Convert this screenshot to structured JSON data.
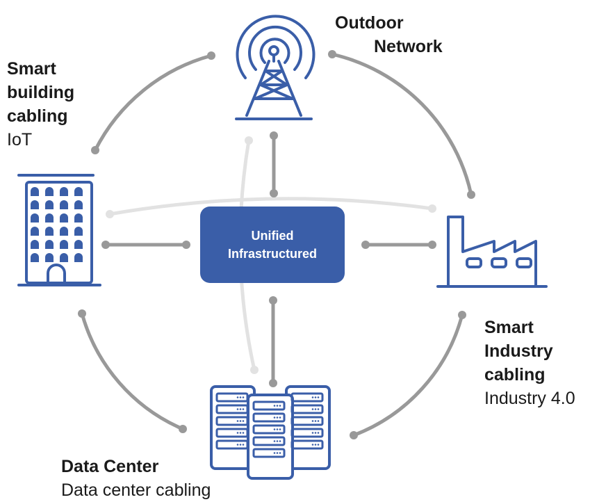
{
  "hub": {
    "line1": "Unified",
    "line2": "Infrastructured"
  },
  "outdoor": {
    "line1": "Outdoor",
    "line2": "Network"
  },
  "building": {
    "line1": "Smart",
    "line2": "building",
    "line3": "cabling",
    "sub": "IoT"
  },
  "industry": {
    "line1": "Smart",
    "line2": "Industry",
    "line3": "cabling",
    "sub": "Industry 4.0"
  },
  "datacenter": {
    "title": "Data Center",
    "sub": "Data center cabling"
  },
  "colors": {
    "primary": "#3a5ea8",
    "connector": "#999999",
    "connector_faint": "#e0e0e0",
    "text": "#1a1a1a"
  },
  "icons": [
    "antenna-tower-icon",
    "office-building-icon",
    "factory-icon",
    "server-rack-icon"
  ]
}
